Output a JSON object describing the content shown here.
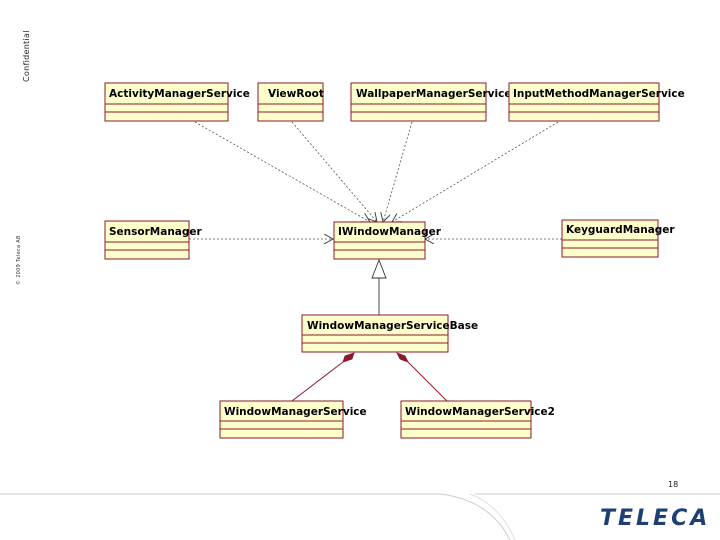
{
  "side": {
    "confidential": "Confidential",
    "small": "© 2009 Teleca AB"
  },
  "classes": {
    "activity": "ActivityManagerService",
    "viewroot": "ViewRoot",
    "wallpaper": "WallpaperManagerService",
    "inputmethod": "InputMethodManagerService",
    "sensor": "SensorManager",
    "iwindow": "IWindowManager",
    "keyguard": "KeyguardManager",
    "wmsbase": "WindowManagerServiceBase",
    "wms": "WindowManagerService",
    "wms2": "WindowManagerService2"
  },
  "footer": {
    "page": "18",
    "logo": "TELECA"
  },
  "colors": {
    "box_fill": "#ffffcc",
    "box_stroke": "#8b1a2a",
    "logo": "#1d3f73"
  }
}
